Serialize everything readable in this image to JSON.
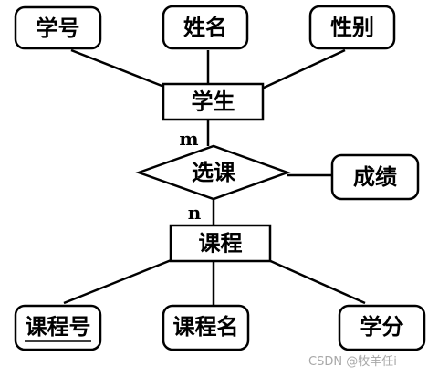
{
  "diagram": {
    "entities": [
      {
        "id": "student",
        "label": "学生"
      },
      {
        "id": "course",
        "label": "课程"
      }
    ],
    "relationships": [
      {
        "id": "enroll",
        "label": "选课",
        "cardinality_top": "m",
        "cardinality_bottom": "n"
      }
    ],
    "attributes": {
      "student_no": {
        "label": "学号"
      },
      "student_name": {
        "label": "姓名"
      },
      "gender": {
        "label": "性别"
      },
      "grade": {
        "label": "成绩"
      },
      "course_no": {
        "label": "课程号",
        "primary_key": true
      },
      "course_name": {
        "label": "课程名"
      },
      "credit": {
        "label": "学分"
      }
    }
  },
  "watermark": "CSDN @牧羊任i"
}
